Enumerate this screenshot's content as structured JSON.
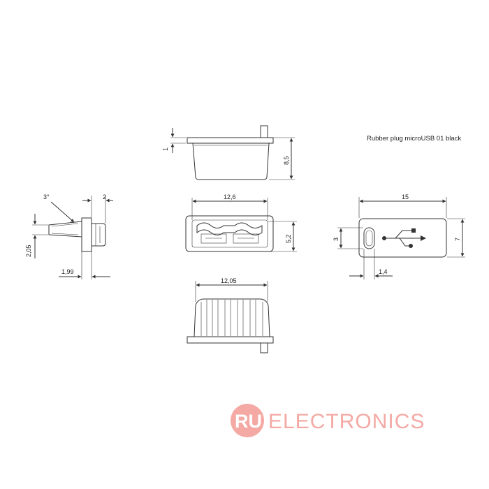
{
  "title": "Rubber plug microUSB 01 black",
  "views": {
    "side": {
      "angle": "3°",
      "dim_top": "2",
      "dim_height": "2,05",
      "dim_bottom": "1,99"
    },
    "top": {
      "dim_left": "1",
      "dim_right": "8,5"
    },
    "front": {
      "dim_width": "12,6",
      "dim_height": "5,2"
    },
    "bottom": {
      "dim_width": "12,05"
    },
    "back": {
      "dim_width": "15",
      "dim_left": "3",
      "dim_right": "7",
      "dim_bottom": "1,4",
      "usb_symbol": "usb-icon"
    }
  },
  "watermark": {
    "prefix": "RU",
    "text": "ELECTRONICS",
    "color": "#f4a9a4"
  }
}
